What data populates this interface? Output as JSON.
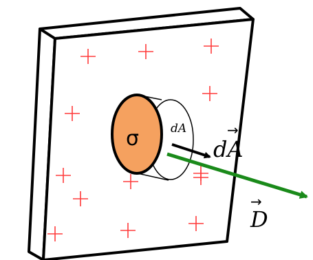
{
  "labels": {
    "sigma": "σ",
    "dA_small": "dA",
    "dA_vector": "dA",
    "dA_arrow": "→",
    "D_vector": "D",
    "D_arrow": "→"
  },
  "charges": {
    "symbol": "+",
    "count": 14
  },
  "colors": {
    "plate_stroke": "#000000",
    "plate_fill": "#ffffff",
    "plus": "#ff3b3b",
    "disc_fill": "#f5a15f",
    "dA_arrow": "#000000",
    "D_arrow": "#1a8a1a"
  }
}
